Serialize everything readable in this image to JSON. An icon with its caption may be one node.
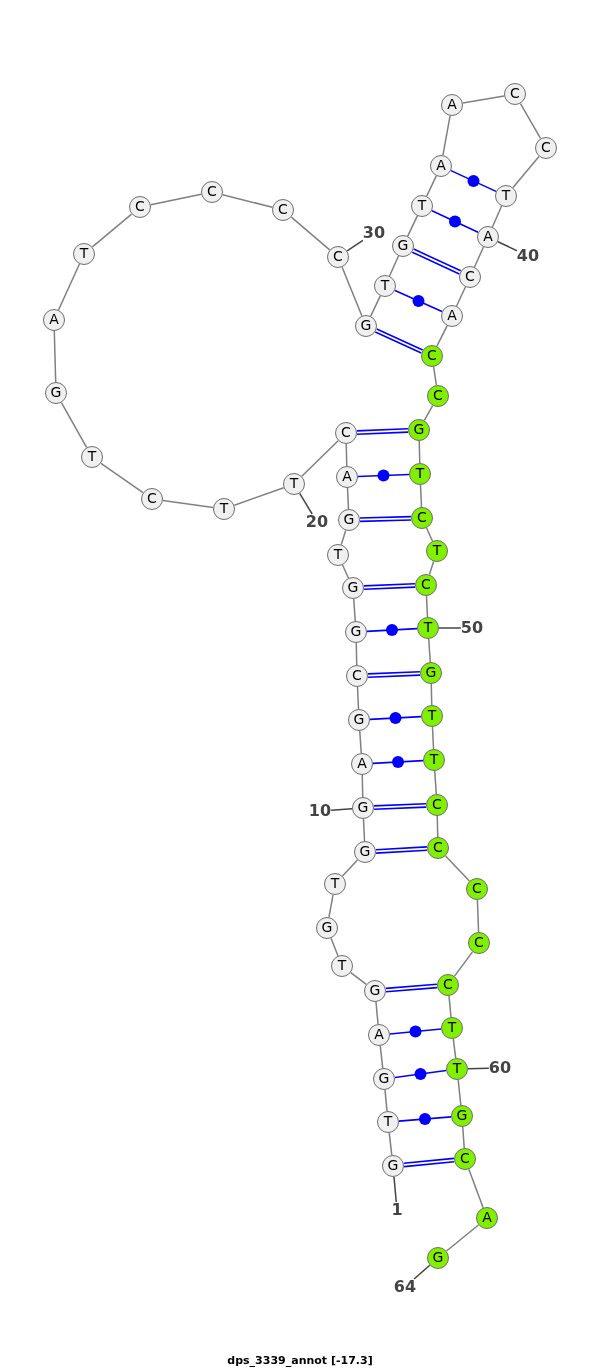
{
  "diagram": {
    "caption": "dps_3339_annot [-17.3]",
    "nodes": [
      {
        "text": [
          "G"
        ]
      },
      {
        "text": [
          "T"
        ]
      },
      {
        "text": [
          "G"
        ]
      },
      {
        "text": [
          "A"
        ]
      },
      {
        "text": [
          "G"
        ]
      },
      {
        "text": [
          "T"
        ]
      },
      {
        "text": [
          "G"
        ]
      },
      {
        "text": [
          "T"
        ]
      },
      {
        "text": [
          "G"
        ]
      },
      {
        "text": [
          "G"
        ]
      },
      {
        "text": [
          "A"
        ]
      },
      {
        "text": [
          "G"
        ]
      },
      {
        "text": [
          "C"
        ]
      },
      {
        "text": [
          "G"
        ]
      },
      {
        "text": [
          "G"
        ]
      },
      {
        "text": [
          "T"
        ]
      },
      {
        "text": [
          "G"
        ]
      },
      {
        "text": [
          "A"
        ]
      },
      {
        "text": [
          "C"
        ]
      },
      {
        "text": [
          "T"
        ]
      },
      {
        "text": [
          "T"
        ]
      },
      {
        "text": [
          "C"
        ]
      },
      {
        "text": [
          "T"
        ]
      },
      {
        "text": [
          "G"
        ]
      },
      {
        "text": [
          "A"
        ]
      },
      {
        "text": [
          "T"
        ]
      },
      {
        "text": [
          "C"
        ]
      },
      {
        "text": [
          "C"
        ]
      },
      {
        "text": [
          "C"
        ]
      },
      {
        "text": [
          "C"
        ]
      },
      {
        "text": [
          "G"
        ]
      },
      {
        "text": [
          "T"
        ]
      },
      {
        "text": [
          "G"
        ]
      },
      {
        "text": [
          "T"
        ]
      },
      {
        "text": [
          "A"
        ]
      },
      {
        "text": [
          "A"
        ]
      },
      {
        "text": [
          "C"
        ]
      },
      {
        "text": [
          "C"
        ]
      },
      {
        "text": [
          "T"
        ]
      },
      {
        "text": [
          "A"
        ]
      },
      {
        "text": [
          "C"
        ]
      },
      {
        "text": [
          "A"
        ]
      },
      {
        "text": [
          "C"
        ]
      },
      {
        "text": [
          "C"
        ]
      },
      {
        "text": [
          "G"
        ]
      },
      {
        "text": [
          "T"
        ]
      },
      {
        "text": [
          "C"
        ]
      },
      {
        "text": [
          "T"
        ]
      },
      {
        "text": [
          "C"
        ]
      },
      {
        "text": [
          "T"
        ]
      },
      {
        "text": [
          "G"
        ]
      },
      {
        "text": [
          "T"
        ]
      },
      {
        "text": [
          "T"
        ]
      },
      {
        "text": [
          "C"
        ]
      },
      {
        "text": [
          "C"
        ]
      },
      {
        "text": [
          "C"
        ]
      },
      {
        "text": [
          "C"
        ]
      },
      {
        "text": [
          "C"
        ]
      },
      {
        "text": [
          "T"
        ]
      },
      {
        "text": [
          "T"
        ]
      },
      {
        "text": [
          "G"
        ]
      },
      {
        "text": [
          "C"
        ]
      },
      {
        "text": [
          "A"
        ]
      },
      {
        "text": [
          "G"
        ]
      },
      {
        "text": [
          "1"
        ]
      },
      {
        "text": [
          "10"
        ]
      },
      {
        "text": [
          "20"
        ]
      },
      {
        "text": [
          "30"
        ]
      },
      {
        "text": [
          "40"
        ]
      },
      {
        "text": [
          "50"
        ]
      },
      {
        "text": [
          "60"
        ]
      },
      {
        "text": [
          "64"
        ]
      }
    ],
    "edges": [
      {
        "from": 0,
        "to": 1,
        "arrow": "none"
      },
      {
        "from": 1,
        "to": 2,
        "arrow": "none"
      },
      {
        "from": 2,
        "to": 3,
        "arrow": "none"
      },
      {
        "from": 3,
        "to": 4,
        "arrow": "none"
      },
      {
        "from": 4,
        "to": 5,
        "arrow": "none"
      },
      {
        "from": 5,
        "to": 6,
        "arrow": "none"
      },
      {
        "from": 6,
        "to": 7,
        "arrow": "none"
      },
      {
        "from": 7,
        "to": 8,
        "arrow": "none"
      },
      {
        "from": 8,
        "to": 9,
        "arrow": "none"
      },
      {
        "from": 9,
        "to": 10,
        "arrow": "none"
      },
      {
        "from": 10,
        "to": 11,
        "arrow": "none"
      },
      {
        "from": 11,
        "to": 12,
        "arrow": "none"
      },
      {
        "from": 12,
        "to": 13,
        "arrow": "none"
      },
      {
        "from": 13,
        "to": 14,
        "arrow": "none"
      },
      {
        "from": 14,
        "to": 15,
        "arrow": "none"
      },
      {
        "from": 15,
        "to": 16,
        "arrow": "none"
      },
      {
        "from": 16,
        "to": 17,
        "arrow": "none"
      },
      {
        "from": 17,
        "to": 18,
        "arrow": "none"
      },
      {
        "from": 18,
        "to": 19,
        "arrow": "none"
      },
      {
        "from": 19,
        "to": 20,
        "arrow": "none"
      },
      {
        "from": 20,
        "to": 21,
        "arrow": "none"
      },
      {
        "from": 21,
        "to": 22,
        "arrow": "none"
      },
      {
        "from": 22,
        "to": 23,
        "arrow": "none"
      },
      {
        "from": 23,
        "to": 24,
        "arrow": "none"
      },
      {
        "from": 24,
        "to": 25,
        "arrow": "none"
      },
      {
        "from": 25,
        "to": 26,
        "arrow": "none"
      },
      {
        "from": 26,
        "to": 27,
        "arrow": "none"
      },
      {
        "from": 27,
        "to": 28,
        "arrow": "none"
      },
      {
        "from": 28,
        "to": 29,
        "arrow": "none"
      },
      {
        "from": 29,
        "to": 30,
        "arrow": "none"
      },
      {
        "from": 30,
        "to": 31,
        "arrow": "none"
      },
      {
        "from": 31,
        "to": 32,
        "arrow": "none"
      },
      {
        "from": 32,
        "to": 33,
        "arrow": "none"
      },
      {
        "from": 33,
        "to": 34,
        "arrow": "none"
      },
      {
        "from": 34,
        "to": 35,
        "arrow": "none"
      },
      {
        "from": 35,
        "to": 36,
        "arrow": "none"
      },
      {
        "from": 36,
        "to": 37,
        "arrow": "none"
      },
      {
        "from": 37,
        "to": 38,
        "arrow": "none"
      },
      {
        "from": 38,
        "to": 39,
        "arrow": "none"
      },
      {
        "from": 39,
        "to": 40,
        "arrow": "none"
      },
      {
        "from": 40,
        "to": 41,
        "arrow": "none"
      },
      {
        "from": 41,
        "to": 42,
        "arrow": "none"
      },
      {
        "from": 42,
        "to": 43,
        "arrow": "none"
      },
      {
        "from": 43,
        "to": 44,
        "arrow": "none"
      },
      {
        "from": 44,
        "to": 45,
        "arrow": "none"
      },
      {
        "from": 45,
        "to": 46,
        "arrow": "none"
      },
      {
        "from": 46,
        "to": 47,
        "arrow": "none"
      },
      {
        "from": 47,
        "to": 48,
        "arrow": "none"
      },
      {
        "from": 48,
        "to": 49,
        "arrow": "none"
      },
      {
        "from": 49,
        "to": 50,
        "arrow": "none"
      },
      {
        "from": 50,
        "to": 51,
        "arrow": "none"
      },
      {
        "from": 51,
        "to": 52,
        "arrow": "none"
      },
      {
        "from": 52,
        "to": 53,
        "arrow": "none"
      },
      {
        "from": 53,
        "to": 54,
        "arrow": "none"
      },
      {
        "from": 54,
        "to": 55,
        "arrow": "none"
      },
      {
        "from": 55,
        "to": 56,
        "arrow": "none"
      },
      {
        "from": 56,
        "to": 57,
        "arrow": "none"
      },
      {
        "from": 57,
        "to": 58,
        "arrow": "none"
      },
      {
        "from": 58,
        "to": 59,
        "arrow": "none"
      },
      {
        "from": 59,
        "to": 60,
        "arrow": "none"
      },
      {
        "from": 60,
        "to": 61,
        "arrow": "none"
      },
      {
        "from": 61,
        "to": 62,
        "arrow": "none"
      },
      {
        "from": 62,
        "to": 63,
        "arrow": "none"
      },
      {
        "from": 0,
        "to": 61,
        "arrow": "none",
        "color": "#0000ff"
      },
      {
        "from": 1,
        "to": 60,
        "arrow": "none",
        "color": "#0000ff"
      },
      {
        "from": 2,
        "to": 59,
        "arrow": "none",
        "color": "#0000ff"
      },
      {
        "from": 3,
        "to": 58,
        "arrow": "none",
        "color": "#0000ff"
      },
      {
        "from": 4,
        "to": 57,
        "arrow": "none",
        "color": "#0000ff"
      },
      {
        "from": 8,
        "to": 54,
        "arrow": "none",
        "color": "#0000ff"
      },
      {
        "from": 9,
        "to": 53,
        "arrow": "none",
        "color": "#0000ff"
      },
      {
        "from": 10,
        "to": 52,
        "arrow": "none",
        "color": "#0000ff"
      },
      {
        "from": 11,
        "to": 51,
        "arrow": "none",
        "color": "#0000ff"
      },
      {
        "from": 12,
        "to": 50,
        "arrow": "none",
        "color": "#0000ff"
      },
      {
        "from": 13,
        "to": 49,
        "arrow": "none",
        "color": "#0000ff"
      },
      {
        "from": 14,
        "to": 48,
        "arrow": "none",
        "color": "#0000ff"
      },
      {
        "from": 16,
        "to": 46,
        "arrow": "none",
        "color": "#0000ff"
      },
      {
        "from": 17,
        "to": 45,
        "arrow": "none",
        "color": "#0000ff"
      },
      {
        "from": 18,
        "to": 44,
        "arrow": "none",
        "color": "#0000ff"
      },
      {
        "from": 30,
        "to": 42,
        "arrow": "none",
        "color": "#0000ff"
      },
      {
        "from": 31,
        "to": 41,
        "arrow": "none",
        "color": "#0000ff"
      },
      {
        "from": 32,
        "to": 40,
        "arrow": "none",
        "color": "#0000ff"
      },
      {
        "from": 33,
        "to": 39,
        "arrow": "none",
        "color": "#0000ff"
      },
      {
        "from": 34,
        "to": 38,
        "arrow": "none",
        "color": "#0000ff"
      },
      {
        "from": 64,
        "to": 0,
        "arrow": "none",
        "color": "#444444"
      },
      {
        "from": 65,
        "to": 9,
        "arrow": "none",
        "color": "#444444"
      },
      {
        "from": 66,
        "to": 19,
        "arrow": "none",
        "color": "#444444"
      },
      {
        "from": 67,
        "to": 29,
        "arrow": "none",
        "color": "#444444"
      },
      {
        "from": 68,
        "to": 39,
        "arrow": "none",
        "color": "#444444"
      },
      {
        "from": 69,
        "to": 49,
        "arrow": "none",
        "color": "#444444"
      },
      {
        "from": 70,
        "to": 59,
        "arrow": "none",
        "color": "#444444"
      },
      {
        "from": 71,
        "to": 63,
        "arrow": "none",
        "color": "#444444"
      }
    ]
  }
}
